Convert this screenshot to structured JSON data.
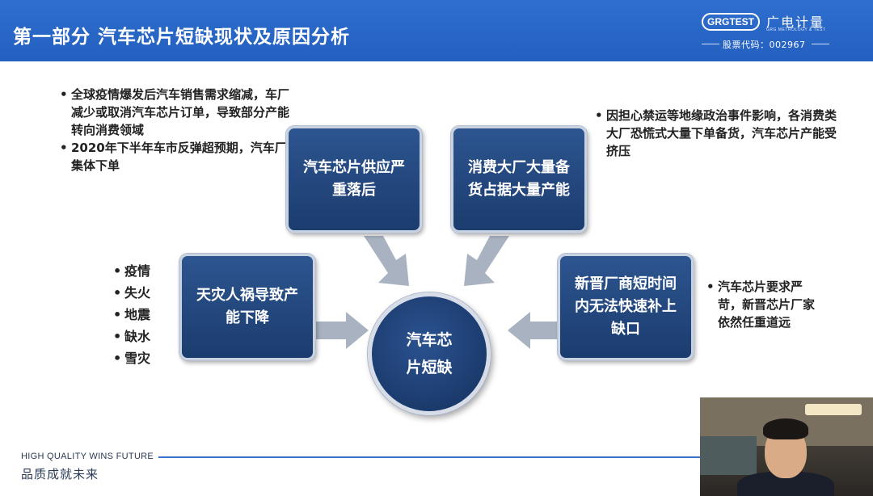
{
  "header": {
    "title": "第一部分  汽车芯片短缺现状及原因分析",
    "logo_text": "GRGTEST",
    "brand_name": "广电计量",
    "brand_en": "GRG METROLOGY & TEST",
    "stock_code": "股票代码：002967"
  },
  "diagram": {
    "center": "汽车芯片短缺",
    "box_supply": "汽车芯片供应严重落后",
    "box_consumer": "消费大厂大量备货占据大量产能",
    "box_disaster": "天灾人祸导致产能下降",
    "box_newcomers": "新晋厂商短时间内无法快速补上缺口",
    "notes_top_left": [
      "全球疫情爆发后汽车销售需求缩减，车厂减少或取消汽车芯片订单，导致部分产能转向消费领域",
      "2020年下半年车市反弹超预期，汽车厂集体下单"
    ],
    "notes_top_right": [
      "因担心禁运等地缘政治事件影响，各消费类大厂恐慌式大量下单备货，汽车芯片产能受挤压"
    ],
    "notes_left": [
      "疫情",
      "失火",
      "地震",
      "缺水",
      "雪灾"
    ],
    "notes_right": [
      "汽车芯片要求严苛，新晋芯片厂家依然任重道远"
    ]
  },
  "footer": {
    "slogan_en": "HIGH QUALITY WINS FUTURE",
    "slogan_cn": "品质成就未来"
  },
  "colors": {
    "header_blue": "#2f6fcf",
    "box_navy": "#1b3c6e",
    "arrow_gray": "#a9b2c0"
  }
}
